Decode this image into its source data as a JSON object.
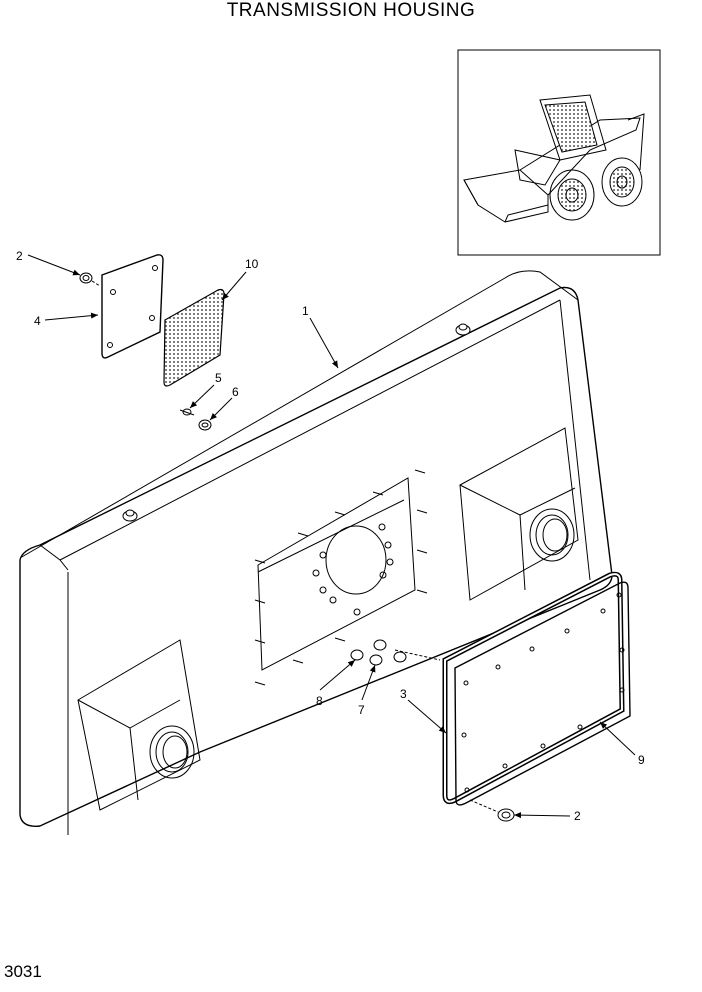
{
  "title": "TRANSMISSION HOUSING",
  "page_number": "3031",
  "inset": {
    "icon": "skid-steer-loader-icon"
  },
  "callouts": [
    {
      "id": "c1",
      "label": "1"
    },
    {
      "id": "c2a",
      "label": "2"
    },
    {
      "id": "c2b",
      "label": "2"
    },
    {
      "id": "c3",
      "label": "3"
    },
    {
      "id": "c4",
      "label": "4"
    },
    {
      "id": "c5",
      "label": "5"
    },
    {
      "id": "c6",
      "label": "6"
    },
    {
      "id": "c7",
      "label": "7"
    },
    {
      "id": "c8",
      "label": "8"
    },
    {
      "id": "c9",
      "label": "9"
    },
    {
      "id": "c10",
      "label": "10"
    }
  ]
}
